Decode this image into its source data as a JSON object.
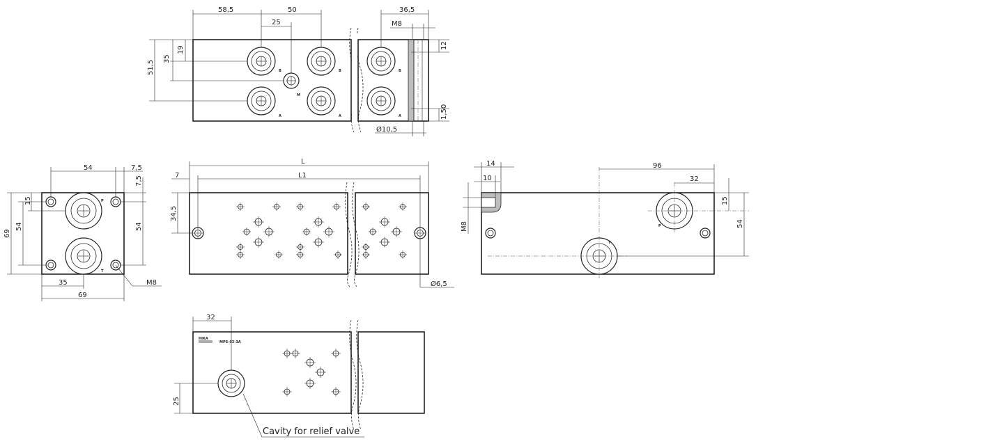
{
  "top_view": {
    "dim_58_5": "58,5",
    "dim_50": "50",
    "dim_25": "25",
    "dim_36_5": "36,5",
    "dim_m8": "M8",
    "dim_51_5": "51,5",
    "dim_35": "35",
    "dim_19": "19",
    "dim_12": "12",
    "dim_1_50": "1,50",
    "dim_d10_5": "Ø10,5",
    "port_b": "B",
    "port_a": "A",
    "port_m": "M"
  },
  "left_view": {
    "dim_54_top": "54",
    "dim_7_5_top": "7,5",
    "dim_7_5_side": "7,5",
    "dim_15": "15",
    "dim_69_side": "69",
    "dim_54_left": "54",
    "dim_54_right": "54",
    "dim_35_bottom": "35",
    "dim_69_bottom": "69",
    "dim_m8": "M8",
    "port_p": "P",
    "port_t": "T"
  },
  "front_view": {
    "dim_l": "L",
    "dim_l1": "L1",
    "dim_7": "7",
    "dim_34_5": "34,5",
    "dim_d6_5": "Ø6,5"
  },
  "right_view": {
    "dim_14": "14",
    "dim_10": "10",
    "dim_m8": "M8",
    "dim_96": "96",
    "dim_32": "32",
    "dim_15": "15",
    "dim_54": "54",
    "port_p": "P",
    "port_t": "T"
  },
  "bottom_view": {
    "dim_32": "32",
    "dim_25": "25",
    "brand": "HIKA",
    "model": "MPS-03-3A",
    "callout": "Cavity for relief valve"
  }
}
